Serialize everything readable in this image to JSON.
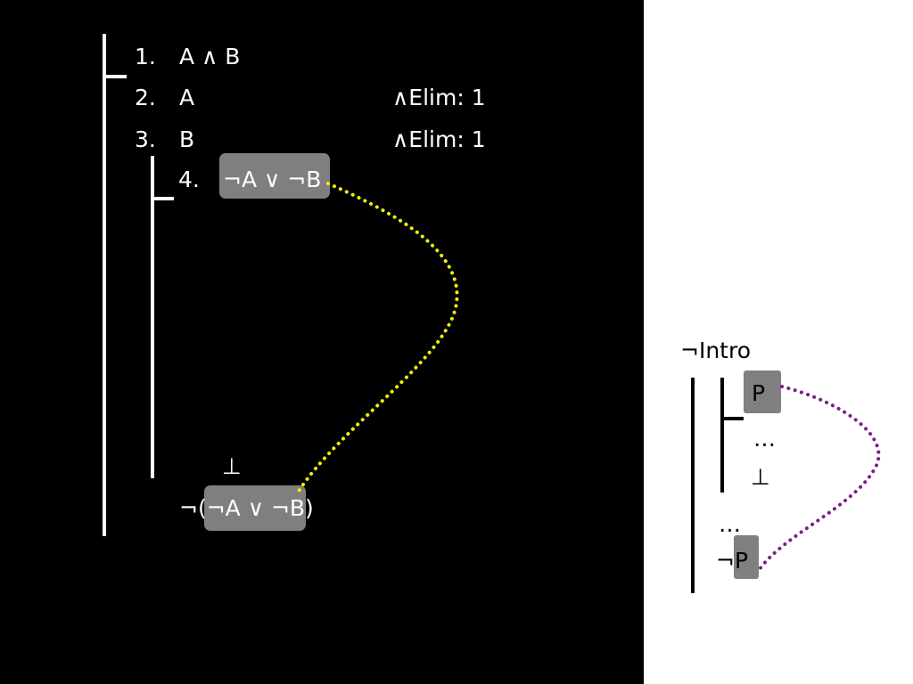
{
  "main_proof": {
    "lines": [
      {
        "num": "1.",
        "formula": "A ∧ B",
        "justification": ""
      },
      {
        "num": "2.",
        "formula": "A",
        "justification": "∧Elim: 1"
      },
      {
        "num": "3.",
        "formula": "B",
        "justification": "∧Elim: 1"
      },
      {
        "num": "4.",
        "formula": "¬A ∨ ¬B",
        "justification": ""
      }
    ],
    "bottom_symbol": "⊥",
    "conclusion": "¬(¬A ∨ ¬B)"
  },
  "rule_panel": {
    "title": "¬Intro",
    "assumption": "P",
    "dots_inner": "…",
    "bottom_symbol": "⊥",
    "dots_outer": "…",
    "conclusion": "¬P"
  },
  "colors": {
    "main_link": "#f2f200",
    "rule_link": "#7b1f88",
    "highlight_box": "#7f7f7f"
  }
}
